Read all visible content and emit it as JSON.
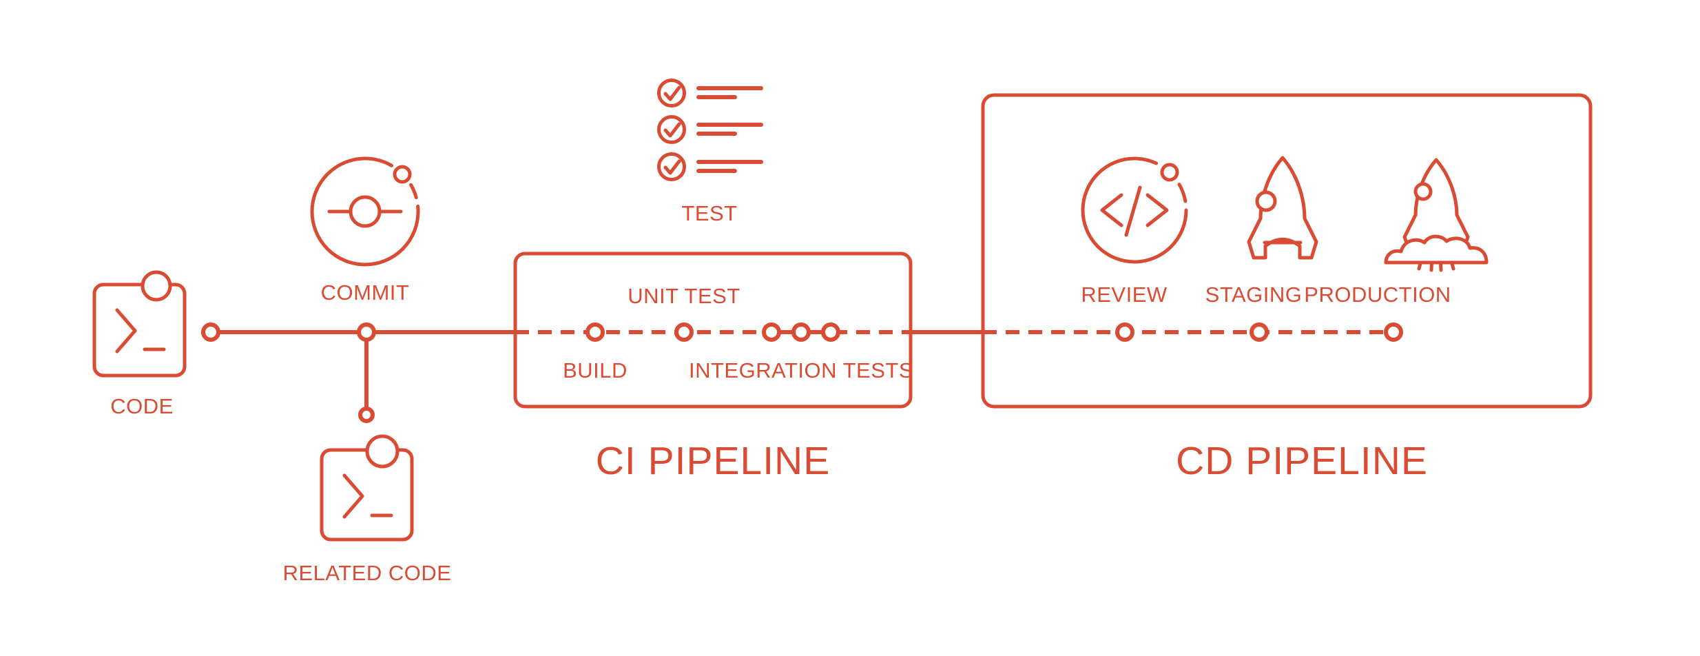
{
  "colors": {
    "accent": "#D94B32",
    "background": "#FFFFFF"
  },
  "pipeline": {
    "code": {
      "label": "CODE",
      "icon": "terminal-window-icon"
    },
    "commit": {
      "label": "COMMIT",
      "icon": "git-commit-icon"
    },
    "related_code": {
      "label": "RELATED CODE",
      "icon": "terminal-window-icon"
    },
    "test": {
      "label": "TEST",
      "icon": "checklist-icon"
    },
    "ci": {
      "title": "CI PIPELINE",
      "stages": [
        {
          "label": "BUILD"
        },
        {
          "label": "UNIT TEST"
        },
        {
          "label": "INTEGRATION TESTS"
        }
      ]
    },
    "cd": {
      "title": "CD PIPELINE",
      "stages": [
        {
          "label": "REVIEW",
          "icon": "code-review-icon"
        },
        {
          "label": "STAGING",
          "icon": "rocket-icon"
        },
        {
          "label": "PRODUCTION",
          "icon": "rocket-launch-icon"
        }
      ]
    }
  }
}
